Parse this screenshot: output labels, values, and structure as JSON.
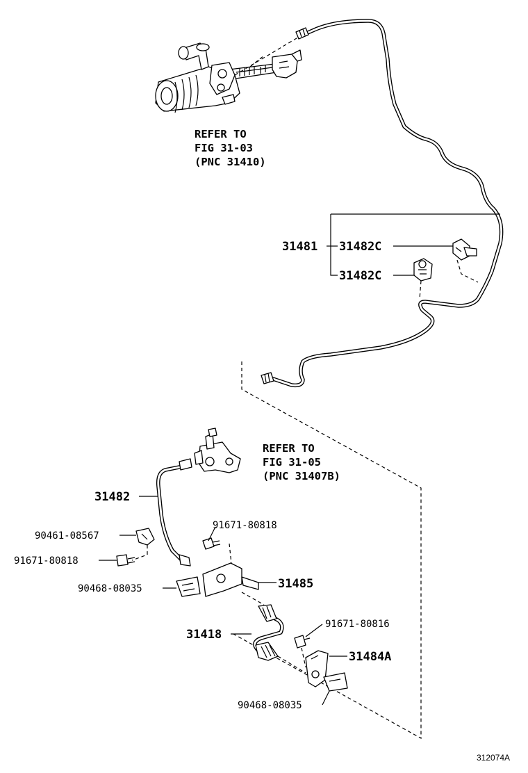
{
  "figure_id": "312074A",
  "refs": {
    "cylinder": {
      "line1": "REFER TO",
      "line2": "FIG 31-03",
      "line3": "(PNC 31410)"
    },
    "valve": {
      "line1": "REFER TO",
      "line2": "FIG 31-05",
      "line3": "(PNC 31407B)"
    }
  },
  "callouts": {
    "p31481": "31481",
    "p31482c_top": "31482C",
    "p31482c_bottom": "31482C",
    "p31482": "31482",
    "p90461_08567": "90461-08567",
    "p91671_80818_left": "91671-80818",
    "p91671_80818_center": "91671-80818",
    "p90468_08035_left": "90468-08035",
    "p31485": "31485",
    "p31418": "31418",
    "p91671_80816": "91671-80816",
    "p31484a": "31484A",
    "p90468_08035_bottom": "90468-08035"
  },
  "icons": [
    "clutch-master-cylinder-icon",
    "clutch-release-tube-icon",
    "tube-clamp-icon",
    "union-valve-icon",
    "bolt-icon",
    "bracket-icon",
    "flexible-hose-icon",
    "clip-icon"
  ]
}
